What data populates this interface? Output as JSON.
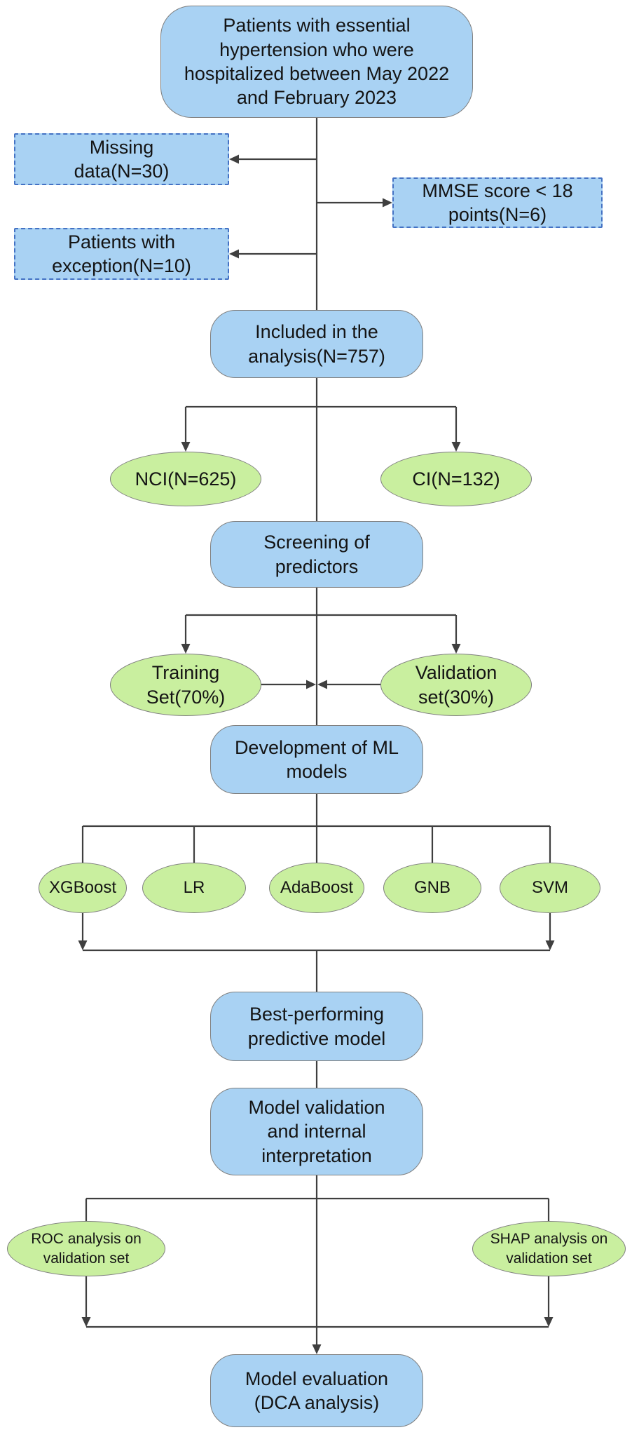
{
  "colors": {
    "background": "#ffffff",
    "box-fill": "#a9d2f3",
    "box-border": "#7f7f7f",
    "dashed-fill": "#a9d2f3",
    "dashed-border": "#4472c4",
    "ellipse-fill": "#c9ef9f",
    "ellipse-border": "#7f7f7f",
    "line": "#3f3f3f",
    "text": "#141414"
  },
  "nodes": {
    "patients": {
      "label": "Patients with essential\nhypertension who were\nhospitalized between May 2022\nand February 2023"
    },
    "missing": {
      "label": "Missing\ndata(N=30)"
    },
    "mmse": {
      "label": "MMSE score < 18\npoints(N=6)"
    },
    "exception": {
      "label": "Patients with\nexception(N=10)"
    },
    "included": {
      "label": "Included in the\nanalysis(N=757)"
    },
    "nci": {
      "label": "NCI(N=625)"
    },
    "ci": {
      "label": "CI(N=132)"
    },
    "screening": {
      "label": "Screening of\npredictors"
    },
    "training": {
      "label": "Training\nSet(70%)"
    },
    "validation": {
      "label": "Validation\nset(30%)"
    },
    "development": {
      "label": "Development of ML\nmodels"
    },
    "xgboost": {
      "label": "XGBoost"
    },
    "lr": {
      "label": "LR"
    },
    "adaboost": {
      "label": "AdaBoost"
    },
    "gnb": {
      "label": "GNB"
    },
    "svm": {
      "label": "SVM"
    },
    "best": {
      "label": "Best-performing\npredictive model"
    },
    "model_validation": {
      "label": "Model validation\nand internal\ninterpretation"
    },
    "roc": {
      "label": "ROC analysis on\nvalidation set"
    },
    "shap": {
      "label": "SHAP analysis on\nvalidation set"
    },
    "evaluation": {
      "label": "Model evaluation\n(DCA analysis)"
    }
  }
}
